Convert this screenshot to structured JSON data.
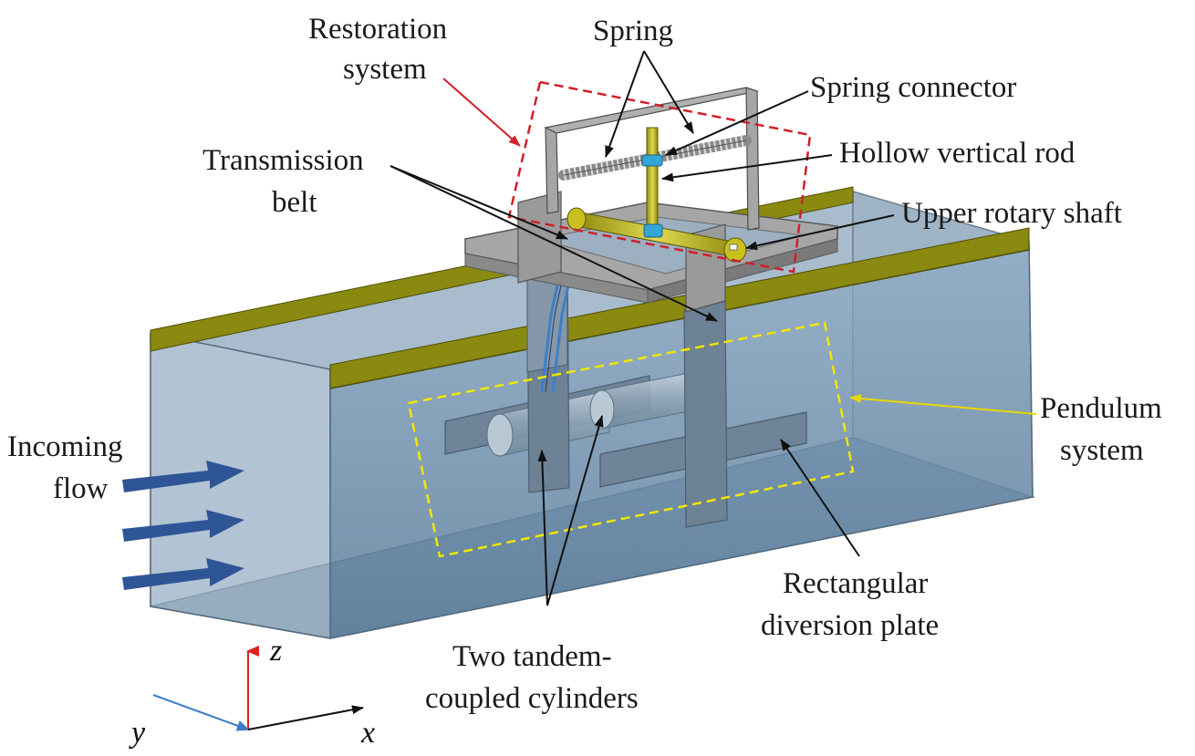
{
  "labels": {
    "restoration_system_1": "Restoration",
    "restoration_system_2": "system",
    "spring": "Spring",
    "spring_connector": "Spring connector",
    "hollow_vertical_rod": "Hollow vertical rod",
    "transmission_belt_1": "Transmission",
    "transmission_belt_2": "belt",
    "upper_rotary_shaft": "Upper rotary shaft",
    "incoming_flow_1": "Incoming",
    "incoming_flow_2": "flow",
    "pendulum_system_1": "Pendulum",
    "pendulum_system_2": "system",
    "rectangular_diversion_plate_1": "Rectangular",
    "rectangular_diversion_plate_2": "diversion plate",
    "two_cylinders_1": "Two tandem-",
    "two_cylinders_2": "coupled cylinders"
  },
  "axes": {
    "z": "z",
    "y": "y",
    "x": "x"
  },
  "colors": {
    "restoration_box": "#d0202a",
    "pendulum_box": "#f2e600",
    "flow_arrow": "#2e5596",
    "rail": "#8a8a10",
    "water": "#7d9cb8",
    "z_axis": "#e02020",
    "y_axis": "#3a7cc8",
    "x_axis": "#111111"
  }
}
